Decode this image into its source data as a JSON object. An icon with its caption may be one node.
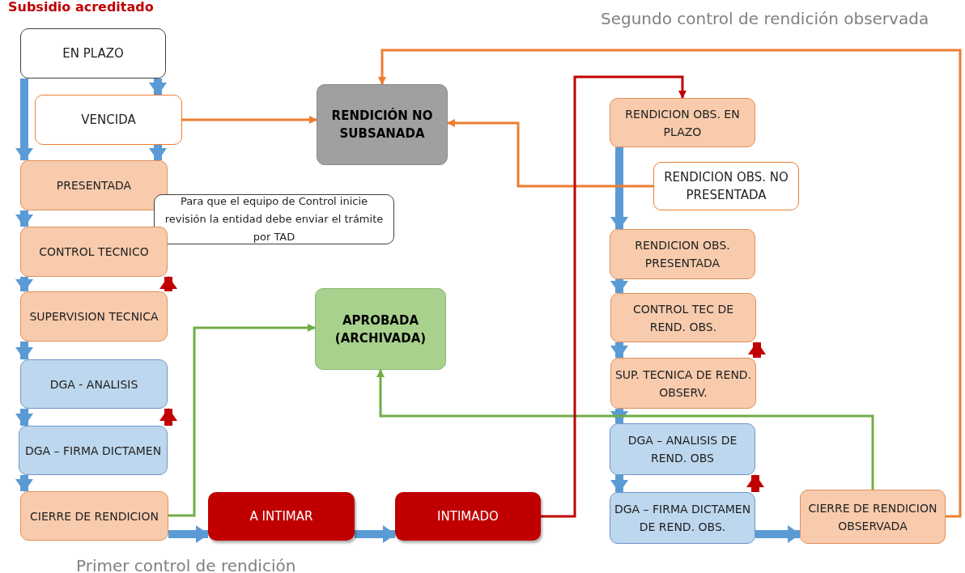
{
  "diagram": {
    "title": "Subsidio acreditado",
    "nodes": [
      {
        "text": [
          "EN PLAZO"
        ]
      },
      {
        "text": [
          "VENCIDA"
        ]
      },
      {
        "text": [
          "PRESENTADA"
        ]
      },
      {
        "text": [
          "Para que el equipo de Control inicie revisión la entidad debe enviar el trámite por TAD"
        ]
      },
      {
        "text": [
          "CONTROL TECNICO"
        ]
      },
      {
        "text": [
          "SUPERVISION TECNICA"
        ]
      },
      {
        "text": [
          "DGA - ANALISIS"
        ]
      },
      {
        "text": [
          "DGA – FIRMA DICTAMEN"
        ]
      },
      {
        "text": [
          "CIERRE DE RENDICION"
        ]
      },
      {
        "text": [
          "A INTIMAR"
        ]
      },
      {
        "text": [
          "INTIMADO"
        ]
      },
      {
        "text": [
          "RENDICIÓN NO SUBSANADA"
        ]
      },
      {
        "text": [
          "APROBADA (ARCHIVADA)"
        ]
      },
      {
        "text": [
          "RENDICION OBS. EN PLAZO"
        ]
      },
      {
        "text": [
          "RENDICION OBS. NO PRESENTADA"
        ]
      },
      {
        "text": [
          "RENDICION OBS. PRESENTADA"
        ]
      },
      {
        "text": [
          "CONTROL TEC DE REND. OBS."
        ]
      },
      {
        "text": [
          "SUP. TECNICA DE REND. OBSERV."
        ]
      },
      {
        "text": [
          "DGA – ANALISIS DE REND. OBS"
        ]
      },
      {
        "text": [
          "DGA – FIRMA DICTAMEN DE REND. OBS."
        ]
      },
      {
        "text": [
          "CIERRE DE RENDICION OBSERVADA"
        ]
      }
    ],
    "edges": [
      {
        "from": 0,
        "to": 1,
        "arrow": "to"
      },
      {
        "from": 0,
        "to": 2,
        "arrow": "to"
      },
      {
        "from": 1,
        "to": 2,
        "arrow": "to"
      },
      {
        "from": 2,
        "to": 4,
        "arrow": "to"
      },
      {
        "from": 4,
        "to": 5,
        "arrow": "to"
      },
      {
        "from": 5,
        "to": 6,
        "arrow": "to"
      },
      {
        "from": 6,
        "to": 7,
        "arrow": "to"
      },
      {
        "from": 7,
        "to": 8,
        "arrow": "to"
      },
      {
        "from": 8,
        "to": 9,
        "arrow": "to"
      },
      {
        "from": 9,
        "to": 10,
        "arrow": "to"
      },
      {
        "from": 13,
        "to": 15,
        "arrow": "to"
      },
      {
        "from": 15,
        "to": 16,
        "arrow": "to"
      },
      {
        "from": 16,
        "to": 17,
        "arrow": "to"
      },
      {
        "from": 17,
        "to": 18,
        "arrow": "to"
      },
      {
        "from": 18,
        "to": 19,
        "arrow": "to"
      },
      {
        "from": 19,
        "to": 20,
        "arrow": "to"
      },
      {
        "from": 5,
        "to": 4,
        "arrow": "to",
        "color": "#c00000"
      },
      {
        "from": 7,
        "to": 6,
        "arrow": "to",
        "color": "#c00000"
      },
      {
        "from": 17,
        "to": 16,
        "arrow": "to",
        "color": "#c00000"
      },
      {
        "from": 19,
        "to": 18,
        "arrow": "to",
        "color": "#c00000"
      },
      {
        "from": 1,
        "to": 11,
        "arrow": "to",
        "color": "#ed7d31"
      },
      {
        "from": 14,
        "to": 11,
        "arrow": "to",
        "color": "#ed7d31"
      },
      {
        "from": 20,
        "to": 11,
        "arrow": "to",
        "color": "#ed7d31"
      },
      {
        "from": 8,
        "to": 12,
        "arrow": "to",
        "color": "#70ad47"
      },
      {
        "from": 20,
        "to": 12,
        "arrow": "to",
        "color": "#70ad47"
      },
      {
        "from": 10,
        "to": 13,
        "arrow": "to",
        "color": "#c00000"
      }
    ],
    "labels": [
      "Segundo control de rendición observada",
      "Primer control de rendición"
    ]
  }
}
